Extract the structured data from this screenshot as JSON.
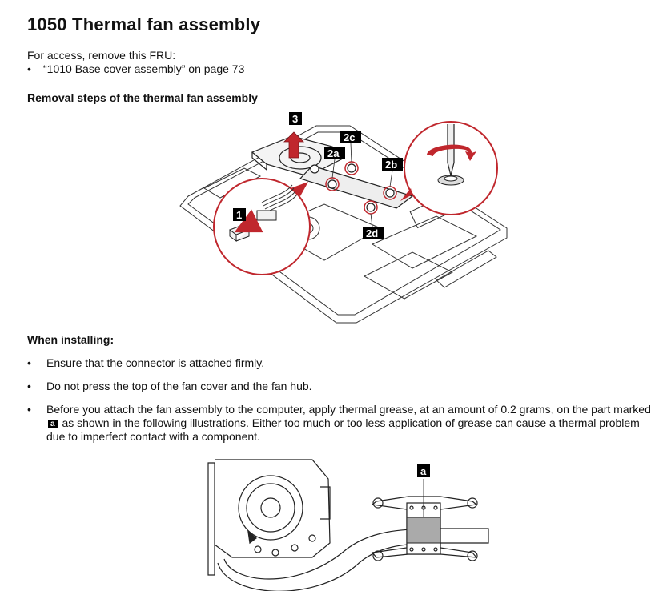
{
  "page": {
    "title": "1050 Thermal fan assembly",
    "access_intro": "For access, remove this FRU:",
    "access_items": [
      "“1010 Base cover assembly” on page 73"
    ],
    "removal_heading": "Removal steps of the thermal fan assembly",
    "install_heading": "When installing:",
    "install_steps": [
      "Ensure that the connector is attached firmly.",
      "Do not press the top of the fan cover and the fan hub."
    ],
    "step3_part1": "Before you attach the fan assembly to the computer, apply thermal grease, at an amount of 0.2 grams, on the part marked",
    "step3_part2": "as shown in the following illustrations. Either too much or too less application of grease can cause a thermal problem due to imperfect contact with a component.",
    "marker_a": "a"
  },
  "figure_removal": {
    "callouts": {
      "c1": "1",
      "c2a": "2a",
      "c2b": "2b",
      "c2c": "2c",
      "c2d": "2d",
      "c3": "3"
    }
  },
  "figure_grease": {
    "callout_a": "a"
  },
  "colors": {
    "accent_red": "#c0272d",
    "text": "#111111",
    "callout_bg": "#000000"
  }
}
